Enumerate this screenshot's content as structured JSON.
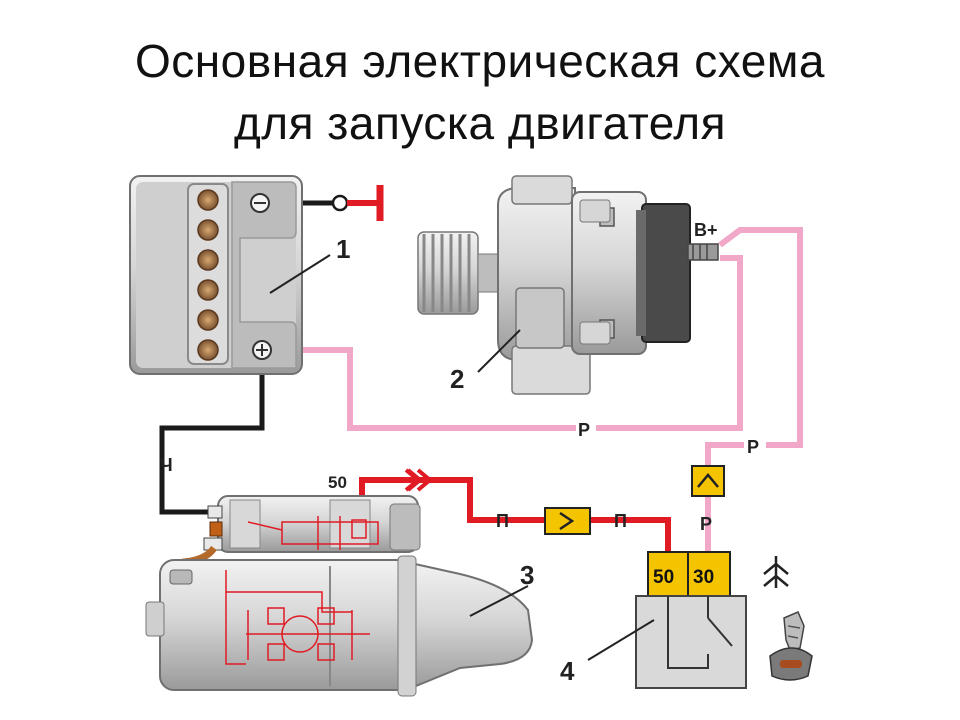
{
  "title": {
    "line1": "Основная электрическая схема",
    "line2": "для запуска двигателя"
  },
  "callouts": {
    "battery": "1",
    "alternator": "2",
    "starter": "3",
    "ignition_switch": "4"
  },
  "wire_labels": {
    "black": "Ч",
    "pink_main": "Р",
    "pink_branch": "Р",
    "pink_switch": "Р",
    "red_left": "П",
    "red_right": "П"
  },
  "terminals": {
    "alternator_output": "B+",
    "starter_solenoid": "50",
    "switch_left": "50",
    "switch_right": "30"
  },
  "colors": {
    "pink_wire": "#f0a7c8",
    "red_wire": "#e01b24",
    "black_wire": "#1a1a1a",
    "fuse_yellow": "#f5c400",
    "metal_gray": "#c9c9c9",
    "dark_gray": "#4a4a4a"
  },
  "icons": {
    "battery": "battery-icon",
    "alternator": "alternator-icon",
    "starter": "starter-motor-icon",
    "switch": "ignition-switch-icon",
    "key": "key-icon",
    "ground": "ground-symbol-icon"
  }
}
